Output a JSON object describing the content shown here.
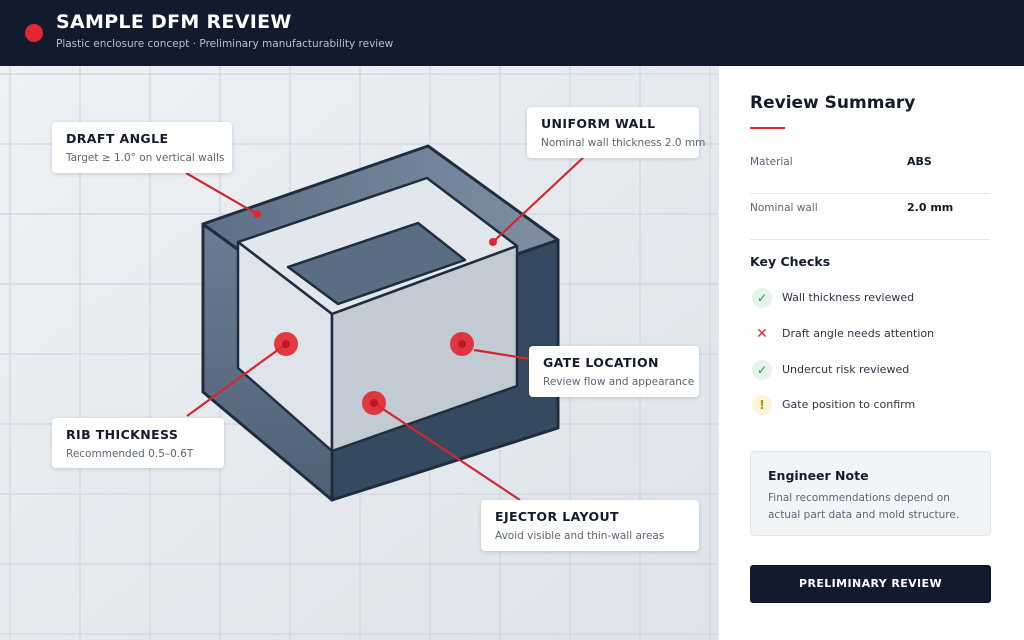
{
  "header": {
    "title": "SAMPLE DFM REVIEW",
    "subtitle": "Plastic enclosure concept · Preliminary manufacturability review"
  },
  "callouts": {
    "draft_angle": {
      "title": "DRAFT ANGLE",
      "text": "Target ≥ 1.0° on vertical walls"
    },
    "uniform_wall": {
      "title": "UNIFORM WALL",
      "text": "Nominal wall thickness 2.0 mm"
    },
    "gate_location": {
      "title": "GATE LOCATION",
      "text": "Review flow and appearance"
    },
    "rib_thickness": {
      "title": "RIB THICKNESS",
      "text": "Recommended 0.5–0.6T"
    },
    "ejector_layout": {
      "title": "EJECTOR LAYOUT",
      "text": "Avoid visible and thin-wall areas"
    }
  },
  "summary": {
    "title": "Review Summary",
    "specs": [
      {
        "label": "Material",
        "value": "ABS"
      },
      {
        "label": "Nominal wall",
        "value": "2.0 mm"
      }
    ],
    "checks_title": "Key Checks",
    "checks": [
      {
        "label": "Wall thickness reviewed",
        "status": "ok",
        "icon": "check-icon",
        "glyph": "✓"
      },
      {
        "label": "Draft angle needs attention",
        "status": "attention",
        "icon": "cross-icon",
        "glyph": "✕"
      },
      {
        "label": "Undercut risk reviewed",
        "status": "ok",
        "icon": "check-icon",
        "glyph": "✓"
      },
      {
        "label": "Gate position to confirm",
        "status": "confirm",
        "icon": "warning-icon",
        "glyph": "!"
      }
    ],
    "note": {
      "title": "Engineer Note",
      "text": "Final recommendations depend on actual part data and mold structure."
    },
    "button_label": "PRELIMINARY REVIEW"
  },
  "colors": {
    "header_bg": "#121b2d",
    "accent_red": "#e3262f",
    "ok_green": "#22914d",
    "warn_amber": "#c98a00"
  }
}
